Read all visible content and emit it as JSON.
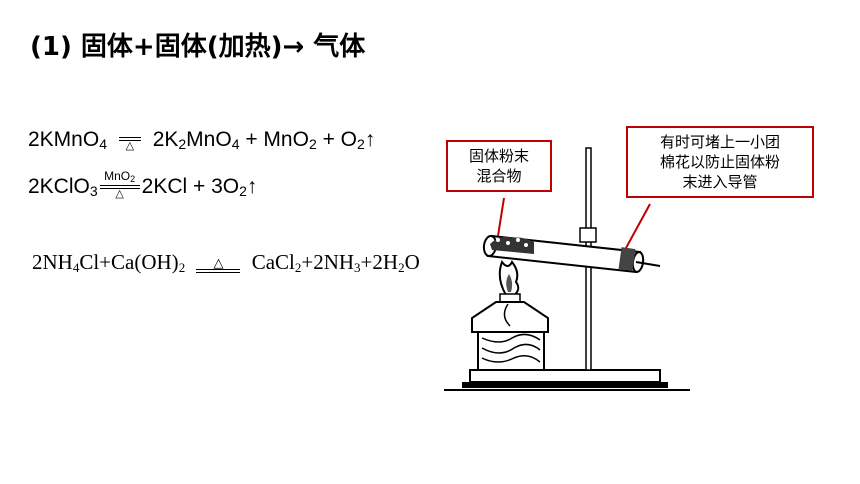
{
  "title": "(1) 固体+固体(加热)→ 气体",
  "equations": {
    "kmno4": {
      "lhs": "2KMnO",
      "lhs_sub": "4",
      "condition": "△",
      "p1": "2K",
      "p1_sub1": "2",
      "p1_mid": "MnO",
      "p1_sub2": "4",
      "plus1": " + MnO",
      "plus1_sub": "2",
      "plus2": " + O",
      "plus2_sub": "2",
      "arrow": "↑"
    },
    "kclo3": {
      "lhs": "2KClO",
      "lhs_sub": "3",
      "cond_top": "MnO",
      "cond_top_sub": "2",
      "cond_bottom": "△",
      "p1": "2KCl + 3O",
      "p1_sub": "2",
      "arrow": "↑"
    },
    "nh4cl": {
      "r1": "2NH",
      "r1_sub": "4",
      "r1_end": "Cl+Ca(OH)",
      "r1_sub2": "2",
      "condition": "△",
      "p1": "CaCl",
      "p1_sub": "2",
      "p2": "+2NH",
      "p2_sub": "3",
      "p3": "+2H",
      "p3_sub": "2",
      "p3_end": "O"
    }
  },
  "callouts": {
    "left": [
      "固体粉末",
      "混合物"
    ],
    "right": [
      "有时可堵上一小团",
      "棉花以防止固体粉",
      "末进入导管"
    ]
  },
  "colors": {
    "callout_border": "#c00000"
  }
}
